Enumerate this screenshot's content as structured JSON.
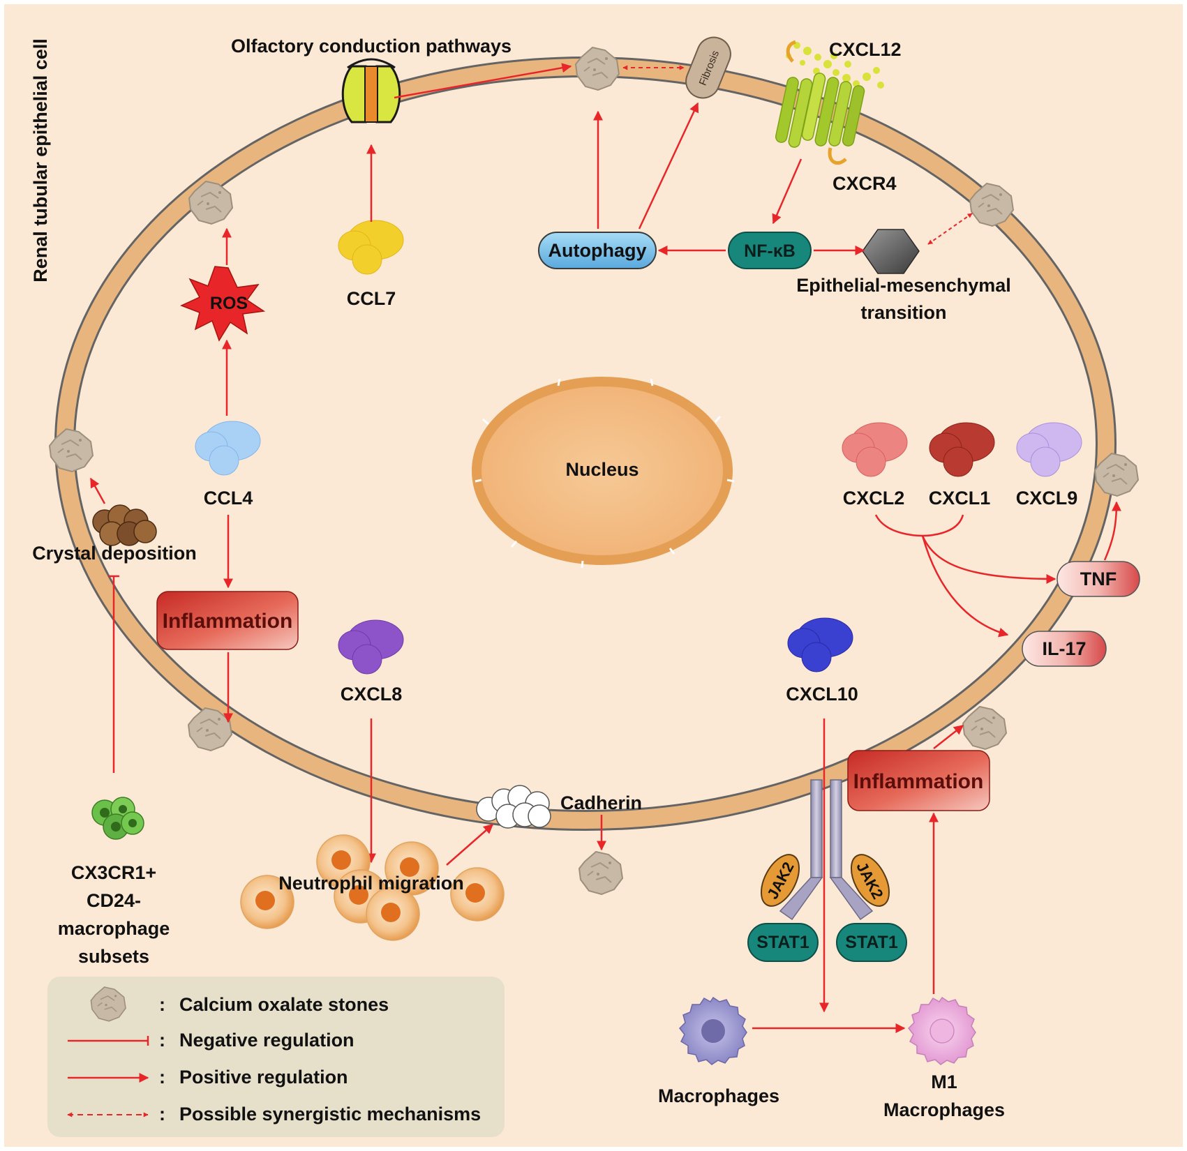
{
  "cell_label": "Renal tubular epithelial cell",
  "nucleus": "Nucleus",
  "olfactory": "Olfactory conduction pathways",
  "fibrosis": "Fibrosis",
  "cxcl12": "CXCL12",
  "cxcr4": "CXCR4",
  "autophagy": "Autophagy",
  "nfkb": "NF-κB",
  "emt_line1": "Epithelial-mesenchymal",
  "emt_line2": "transition",
  "ccl7": "CCL7",
  "ros": "ROS",
  "ccl4": "CCL4",
  "crystal_deposition": "Crystal deposition",
  "inflammation_left": "Inflammation",
  "cxcl8": "CXCL8",
  "cadherin": "Cadherin",
  "neutrophil_migration": "Neutrophil migration",
  "macrophage_subsets": [
    "CX3CR1+",
    "CD24-",
    "macrophage",
    "subsets"
  ],
  "cxcl2": "CXCL2",
  "cxcl1": "CXCL1",
  "cxcl9": "CXCL9",
  "tnf": "TNF",
  "il17": "IL-17",
  "cxcl10": "CXCL10",
  "inflammation_right": "Inflammation",
  "jak2": "JAK2",
  "stat1": "STAT1",
  "macrophages": "Macrophages",
  "m1_line1": "M1",
  "m1_line2": "Macrophages",
  "legend": {
    "stones": "Calcium oxalate stones",
    "negative": "Negative regulation",
    "positive": "Positive regulation",
    "synergistic": "Possible synergistic mechanisms",
    "separator": ":"
  },
  "colors": {
    "background": "#fbe9d5",
    "membrane": "#e9b57f",
    "arrow": "#e8262a",
    "nfkb": "#17877b",
    "autophagy": "#7ec6ef",
    "inflammation": "#d8382f",
    "legend_bg": "#e6e0cb"
  }
}
